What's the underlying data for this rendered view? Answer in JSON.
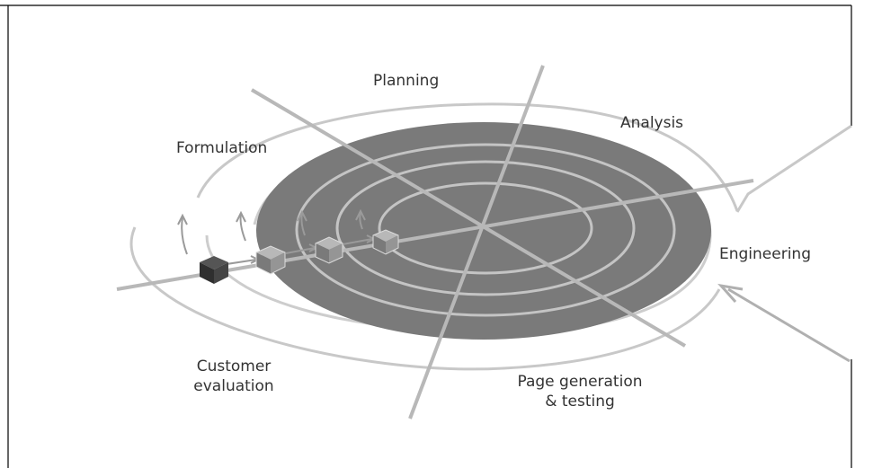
{
  "diagram": {
    "labels": {
      "planning": "Planning",
      "analysis": "Analysis",
      "formulation": "Formulation",
      "engineering": "Engineering",
      "customer_evaluation_line1": "Customer",
      "customer_evaluation_line2": "evaluation",
      "page_generation_line1": "Page generation",
      "page_generation_line2": "& testing"
    },
    "colors": {
      "disk_fill": "#7a7a7a",
      "ring_stroke": "#c4c4c4",
      "axis_stroke": "#b5b5b5",
      "text": "#333333",
      "border": "#000000",
      "cube_dark": "#3a3a3a",
      "cube_light": "#8a8a8a"
    }
  }
}
